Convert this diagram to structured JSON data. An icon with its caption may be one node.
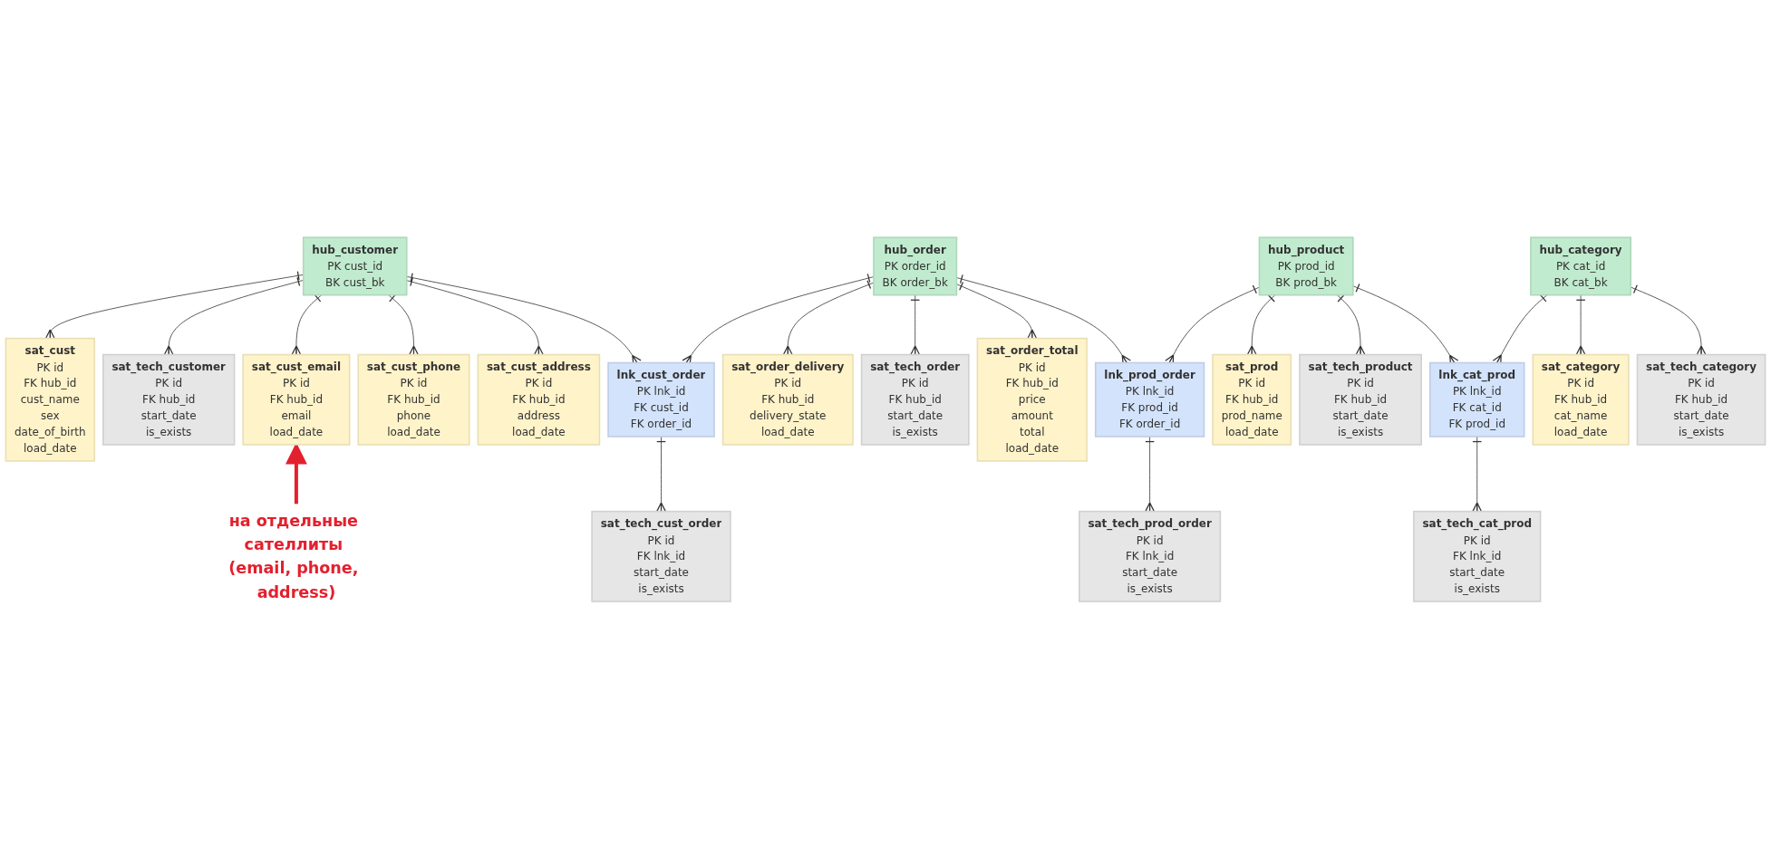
{
  "diagram": {
    "nodes": [
      {
        "text": [
          "sat_cust",
          "PK id",
          "FK hub_id",
          "cust_name",
          "sex",
          "date_of_birth",
          "load_date"
        ]
      },
      {
        "text": [
          "sat_tech_customer",
          "PK id",
          "FK hub_id",
          "start_date",
          "is_exists"
        ]
      },
      {
        "text": [
          "hub_customer",
          "PK cust_id",
          "BK cust_bk"
        ]
      },
      {
        "text": [
          "sat_cust_email",
          "PK id",
          "FK hub_id",
          "email",
          "load_date"
        ]
      },
      {
        "text": [
          "sat_cust_phone",
          "PK id",
          "FK hub_id",
          "phone",
          "load_date"
        ]
      },
      {
        "text": [
          "sat_cust_address",
          "PK id",
          "FK hub_id",
          "address",
          "load_date"
        ]
      },
      {
        "text": [
          "lnk_cust_order",
          "PK lnk_id",
          "FK cust_id",
          "FK order_id"
        ]
      },
      {
        "text": [
          "sat_tech_cust_order",
          "PK id",
          "FK lnk_id",
          "start_date",
          "is_exists"
        ]
      },
      {
        "text": [
          "sat_order_delivery",
          "PK id",
          "FK hub_id",
          "delivery_state",
          "load_date"
        ]
      },
      {
        "text": [
          "sat_tech_order",
          "PK id",
          "FK hub_id",
          "start_date",
          "is_exists"
        ]
      },
      {
        "text": [
          "hub_order",
          "PK order_id",
          "BK order_bk"
        ]
      },
      {
        "text": [
          "sat_order_total",
          "PK id",
          "FK hub_id",
          "price",
          "amount",
          "total",
          "load_date"
        ]
      },
      {
        "text": [
          "lnk_prod_order",
          "PK lnk_id",
          "FK prod_id",
          "FK order_id"
        ]
      },
      {
        "text": [
          "sat_tech_prod_order",
          "PK id",
          "FK lnk_id",
          "start_date",
          "is_exists"
        ]
      },
      {
        "text": [
          "sat_prod",
          "PK id",
          "FK hub_id",
          "prod_name",
          "load_date"
        ]
      },
      {
        "text": [
          "sat_tech_product",
          "PK id",
          "FK hub_id",
          "start_date",
          "is_exists"
        ]
      },
      {
        "text": [
          "hub_product",
          "PK prod_id",
          "BK prod_bk"
        ]
      },
      {
        "text": [
          "lnk_cat_prod",
          "PK lnk_id",
          "FK cat_id",
          "FK prod_id"
        ]
      },
      {
        "text": [
          "sat_tech_cat_prod",
          "PK id",
          "FK lnk_id",
          "start_date",
          "is_exists"
        ]
      },
      {
        "text": [
          "sat_category",
          "PK id",
          "FK hub_id",
          "cat_name",
          "load_date"
        ]
      },
      {
        "text": [
          "sat_tech_category",
          "PK id",
          "FK hub_id",
          "start_date",
          "is_exists"
        ]
      },
      {
        "text": [
          "hub_category",
          "PK cat_id",
          "BK cat_bk"
        ]
      },
      {
        "text": [
          "на отдельные сателлиты (email, phone, address)"
        ]
      }
    ],
    "edges": [
      {
        "from": 2,
        "to": 0,
        "arrow": "other"
      },
      {
        "from": 2,
        "to": 1,
        "arrow": "other"
      },
      {
        "from": 2,
        "to": 3,
        "arrow": "other"
      },
      {
        "from": 2,
        "to": 4,
        "arrow": "other"
      },
      {
        "from": 2,
        "to": 5,
        "arrow": "other"
      },
      {
        "from": 2,
        "to": 6,
        "arrow": "other"
      },
      {
        "from": 6,
        "to": 7,
        "arrow": "other"
      },
      {
        "from": 10,
        "to": 8,
        "arrow": "other"
      },
      {
        "from": 10,
        "to": 9,
        "arrow": "other"
      },
      {
        "from": 10,
        "to": 6,
        "arrow": "other"
      },
      {
        "from": 10,
        "to": 11,
        "arrow": "other"
      },
      {
        "from": 10,
        "to": 12,
        "arrow": "other"
      },
      {
        "from": 12,
        "to": 13,
        "arrow": "other"
      },
      {
        "from": 16,
        "to": 15,
        "arrow": "other"
      },
      {
        "from": 16,
        "to": 12,
        "arrow": "other"
      },
      {
        "from": 16,
        "to": 14,
        "arrow": "other"
      },
      {
        "from": 16,
        "to": 17,
        "arrow": "other"
      },
      {
        "from": 17,
        "to": 18,
        "arrow": "other"
      },
      {
        "from": 21,
        "to": 17,
        "arrow": "other"
      },
      {
        "from": 21,
        "to": 20,
        "arrow": "other"
      },
      {
        "from": 21,
        "to": 19,
        "arrow": "other"
      },
      {
        "from": 22,
        "to": 3,
        "arrow": "to",
        "style": "thick",
        "color": "#e3202e"
      }
    ]
  }
}
